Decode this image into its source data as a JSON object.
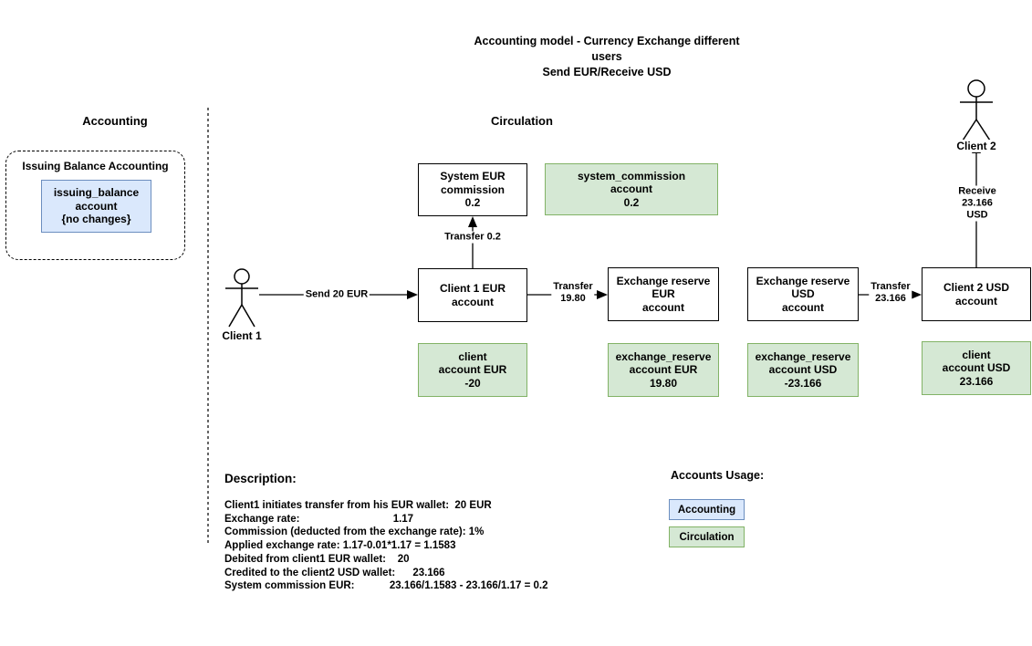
{
  "title": "Accounting model - Currency Exchange different\nusers\nSend EUR/Receive USD",
  "sections": {
    "accounting": "Accounting",
    "circulation": "Circulation"
  },
  "accounting_group": {
    "label": "Issuing Balance Accounting",
    "issuing_balance_box": "issuing_balance\naccount\n{no changes}"
  },
  "actors": {
    "client1": "Client 1",
    "client2": "Client 2"
  },
  "flow_boxes": {
    "system_eur_commission": "System EUR\ncommission\n0.2",
    "client1_eur_account": "Client 1 EUR\naccount",
    "exchange_reserve_eur": "Exchange reserve\nEUR\naccount",
    "exchange_reserve_usd": "Exchange reserve\nUSD\naccount",
    "client2_usd_account": "Client 2 USD\naccount"
  },
  "circulation_accounts": {
    "system_commission": "system_commission\naccount\n0.2",
    "client_eur": "client\naccount EUR\n-20",
    "exchange_reserve_eur": "exchange_reserve\naccount EUR\n19.80",
    "exchange_reserve_usd": "exchange_reserve\naccount USD\n-23.166",
    "client_usd": "client\naccount USD\n23.166"
  },
  "edges": {
    "send": "Send 20 EUR",
    "transfer_commission": "Transfer 0.2",
    "transfer_eur": "Transfer\n19.80",
    "transfer_usd": "Transfer\n23.166",
    "receive": "Receive 23.166 USD"
  },
  "description": {
    "heading": "Description:",
    "lines": [
      "Client1 initiates transfer from his EUR wallet:  20 EUR",
      "Exchange rate:                                1.17",
      "Commission (deducted from the exchange rate): 1%",
      "Applied exchange rate: 1.17-0.01*1.17 = 1.1583",
      "Debited from client1 EUR wallet:    20",
      "Credited to the client2 USD wallet:      23.166",
      "System commission EUR:            23.166/1.1583 - 23.166/1.17 = 0.2"
    ]
  },
  "legend": {
    "heading": "Accounts Usage:",
    "items": [
      {
        "label": "Accounting",
        "type": "accounting"
      },
      {
        "label": "Circulation",
        "type": "circulation"
      }
    ]
  },
  "colors": {
    "accounting_fill": "#dae8fc",
    "accounting_border": "#6c8ebf",
    "circulation_fill": "#d5e8d4",
    "circulation_border": "#82b366",
    "flow_box_fill": "#ffffff",
    "flow_box_border": "#000000"
  }
}
